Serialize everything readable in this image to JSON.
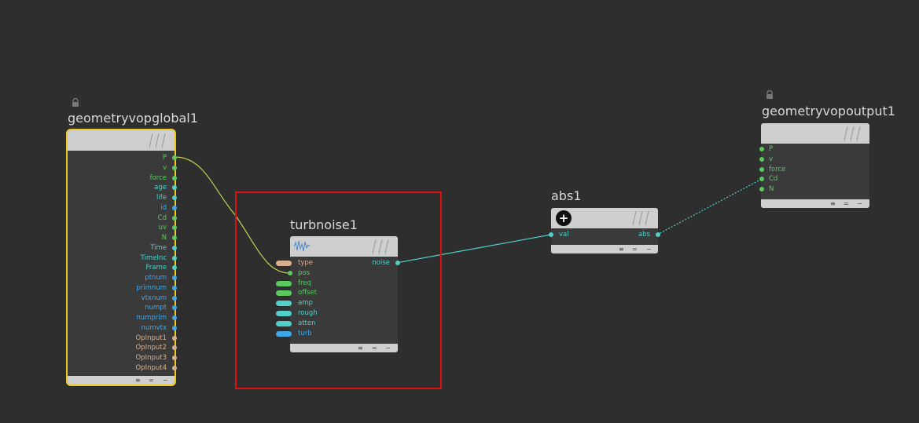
{
  "colors": {
    "background": "#2e2e2e",
    "selection": "#f0c820",
    "highlight": "#e01010",
    "wire_yellow": "#c8d050",
    "wire_cyan": "#50d0c8",
    "port_green": "#5cc860",
    "port_blue": "#40a8e8",
    "port_cyan": "#50d0c8",
    "port_tan": "#d8b090"
  },
  "nodes": {
    "global": {
      "title": "geometryvopglobal1",
      "outputs": [
        {
          "label": "P",
          "color": "#5cc860"
        },
        {
          "label": "v",
          "color": "#5cc860"
        },
        {
          "label": "force",
          "color": "#5cc860"
        },
        {
          "label": "age",
          "color": "#50d0c8"
        },
        {
          "label": "life",
          "color": "#50d0c8"
        },
        {
          "label": "id",
          "color": "#40a8e8"
        },
        {
          "label": "Cd",
          "color": "#5cc860"
        },
        {
          "label": "uv",
          "color": "#5cc860"
        },
        {
          "label": "N",
          "color": "#5cc860"
        },
        {
          "label": "Time",
          "color": "#50d0c8"
        },
        {
          "label": "TimeInc",
          "color": "#50d0c8"
        },
        {
          "label": "Frame",
          "color": "#50d0c8"
        },
        {
          "label": "ptnum",
          "color": "#40a8e8"
        },
        {
          "label": "primnum",
          "color": "#40a8e8"
        },
        {
          "label": "vtxnum",
          "color": "#40a8e8"
        },
        {
          "label": "numpt",
          "color": "#40a8e8"
        },
        {
          "label": "numprim",
          "color": "#40a8e8"
        },
        {
          "label": "numvtx",
          "color": "#40a8e8"
        },
        {
          "label": "OpInput1",
          "color": "#d8b090"
        },
        {
          "label": "OpInput2",
          "color": "#d8b090"
        },
        {
          "label": "OpInput3",
          "color": "#d8b090"
        },
        {
          "label": "OpInput4",
          "color": "#d8b090"
        }
      ]
    },
    "turbnoise": {
      "title": "turbnoise1",
      "inputs": [
        {
          "label": "type",
          "color": "#d8b090"
        },
        {
          "label": "pos",
          "color": "#5cc860"
        },
        {
          "label": "freq",
          "color": "#5cc860"
        },
        {
          "label": "offset",
          "color": "#5cc860"
        },
        {
          "label": "amp",
          "color": "#50d0c8"
        },
        {
          "label": "rough",
          "color": "#50d0c8"
        },
        {
          "label": "atten",
          "color": "#50d0c8"
        },
        {
          "label": "turb",
          "color": "#40a8e8"
        }
      ],
      "output": {
        "label": "noise",
        "color": "#50d0c8"
      }
    },
    "abs": {
      "title": "abs1",
      "input": {
        "label": "val",
        "color": "#50d0c8"
      },
      "output": {
        "label": "abs",
        "color": "#50d0c8"
      }
    },
    "output": {
      "title": "geometryvopoutput1",
      "inputs": [
        {
          "label": "P",
          "color": "#5cc860"
        },
        {
          "label": "v",
          "color": "#5cc860"
        },
        {
          "label": "force",
          "color": "#5cc860"
        },
        {
          "label": "Cd",
          "color": "#5cc860"
        },
        {
          "label": "N",
          "color": "#5cc860"
        }
      ]
    }
  },
  "icons": {
    "lock": "lock-icon",
    "stripes": "header-stripes-icon",
    "footer": [
      "menu-lines-icon",
      "equals-icon",
      "minus-icon"
    ],
    "plus": "plus-circle-icon",
    "noise": "noise-wave-icon"
  },
  "footer_glyphs": [
    "≡",
    "=",
    "−"
  ]
}
